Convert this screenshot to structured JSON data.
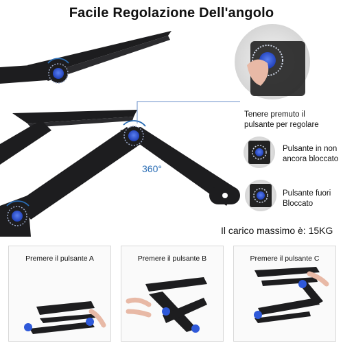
{
  "title": "Facile Regolazione Dell'angolo",
  "angle_label": "360°",
  "notes": {
    "hold": [
      "Tenere premuto il",
      "pulsante per regolare"
    ],
    "locked": [
      "Pulsante in non",
      "ancora bloccato"
    ],
    "unlocked": [
      "Pulsante fuori",
      "Bloccato"
    ]
  },
  "max_load": "Il carico massimo è: 15KG",
  "steps": [
    {
      "label": "Premere il pulsante A"
    },
    {
      "label": "Premere il pulsante B"
    },
    {
      "label": "Premere il pulsante C"
    }
  ],
  "colors": {
    "frame": "#1d1d1f",
    "knob": "#2f59d9",
    "accent": "#2a6db5",
    "panel_border": "#d8d8d8"
  }
}
